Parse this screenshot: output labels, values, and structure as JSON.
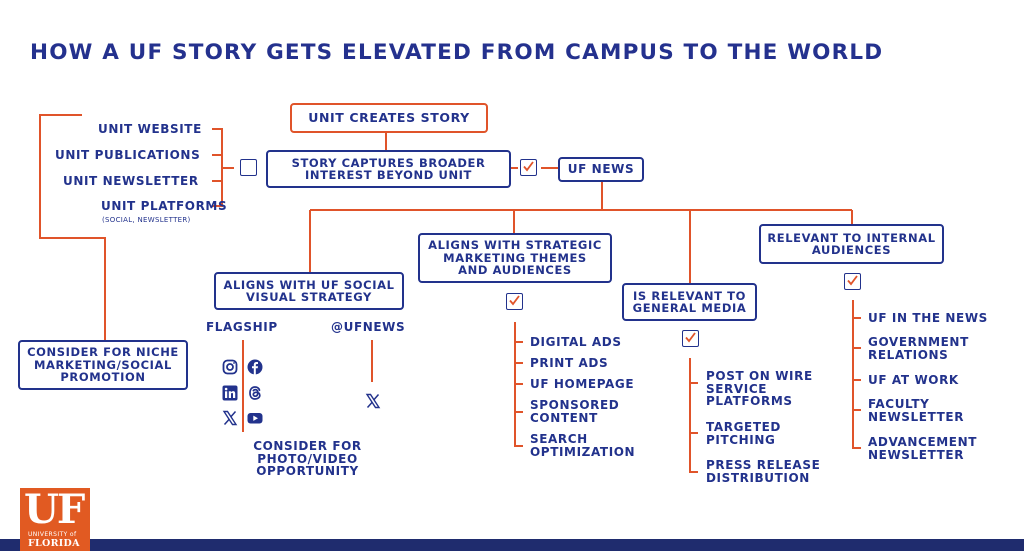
{
  "title": "HOW A UF STORY GETS ELEVATED FROM CAMPUS TO THE WORLD",
  "colors": {
    "navy": "#22328c",
    "orange": "#e0542a",
    "footer": "#1f2c6e"
  },
  "flow": {
    "unit_creates_story": "UNIT CREATES STORY",
    "captures_broader": "STORY CAPTURES BROADER INTEREST BEYOND UNIT",
    "uf_news": "UF NEWS"
  },
  "unit_channels": {
    "items": [
      "UNIT WEBSITE",
      "UNIT PUBLICATIONS",
      "UNIT NEWSLETTER",
      "UNIT PLATFORMS"
    ],
    "platforms_note": "(SOCIAL, NEWSLETTER)"
  },
  "niche": "CONSIDER FOR NICHE MARKETING/SOCIAL PROMOTION",
  "social": {
    "box": "ALIGNS WITH UF SOCIAL VISUAL STRATEGY",
    "flagship_label": "FLAGSHIP",
    "ufnews_label": "@UFNEWS",
    "flagship_icons": [
      "instagram-icon",
      "facebook-icon",
      "linkedin-icon",
      "threads-icon",
      "x-icon",
      "youtube-icon"
    ],
    "ufnews_icons": [
      "x-icon"
    ],
    "photo_video": "CONSIDER FOR PHOTO/VIDEO OPPORTUNITY"
  },
  "marketing": {
    "box": "ALIGNS WITH STRATEGIC MARKETING THEMES AND AUDIENCES",
    "items": [
      "DIGITAL ADS",
      "PRINT ADS",
      "UF HOMEPAGE",
      "SPONSORED CONTENT",
      "SEARCH OPTIMIZATION"
    ]
  },
  "general_media": {
    "box": "IS RELEVANT TO GENERAL MEDIA",
    "items": [
      "POST ON WIRE SERVICE PLATFORMS",
      "TARGETED PITCHING",
      "PRESS RELEASE DISTRIBUTION"
    ]
  },
  "internal": {
    "box": "RELEVANT TO INTERNAL AUDIENCES",
    "items": [
      "UF IN THE NEWS",
      "GOVERNMENT RELATIONS",
      "UF AT WORK",
      "FACULTY NEWSLETTER",
      "ADVANCEMENT NEWSLETTER"
    ]
  },
  "logo": {
    "mark": "UF",
    "university_of": "UNIVERSITY of",
    "florida": "FLORIDA"
  }
}
